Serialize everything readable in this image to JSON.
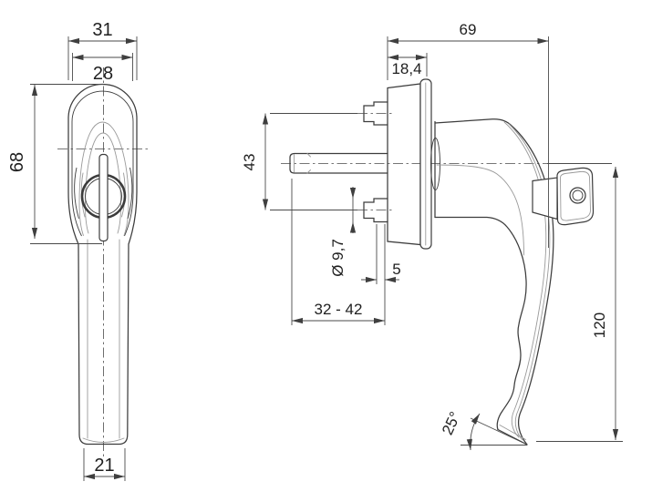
{
  "drawing": {
    "type": "technical-dimension-drawing",
    "part": "window-handle",
    "colors": {
      "ink": "#3c3c3c",
      "light": "#9a9a9a",
      "dim": "#4a4a4a",
      "text": "#1f1f1f",
      "background": "#ffffff"
    },
    "dims": {
      "front": {
        "outer_width": "31",
        "inner_width": "28",
        "head_height": "68",
        "grip_width": "21"
      },
      "side": {
        "total_depth": "69",
        "rosette_depth": "18,4",
        "screw_spacing": "43",
        "boss_diameter": "Ø 9,7",
        "boss_step": "5",
        "spindle_length": "32 - 42",
        "lever_length": "120",
        "tip_angle": "25°"
      }
    }
  }
}
